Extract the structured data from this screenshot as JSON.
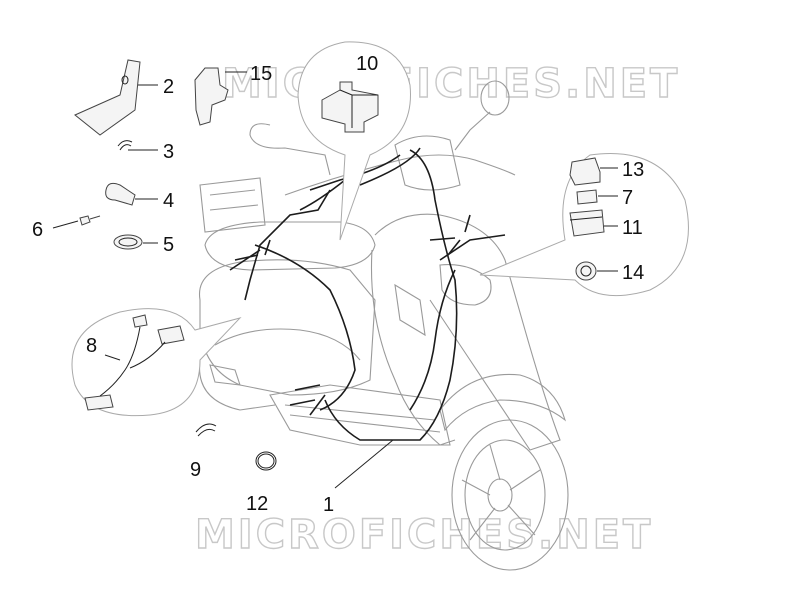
{
  "watermarks": [
    "MICROFICHES.NET",
    "MICROFICHES.NET"
  ],
  "labels": {
    "p1": "1",
    "p2": "2",
    "p3": "3",
    "p4": "4",
    "p5": "5",
    "p6": "6",
    "p7": "7",
    "p8": "8",
    "p9": "9",
    "p10": "10",
    "p11": "11",
    "p12": "12",
    "p13": "13",
    "p14": "14",
    "p15": "15"
  }
}
